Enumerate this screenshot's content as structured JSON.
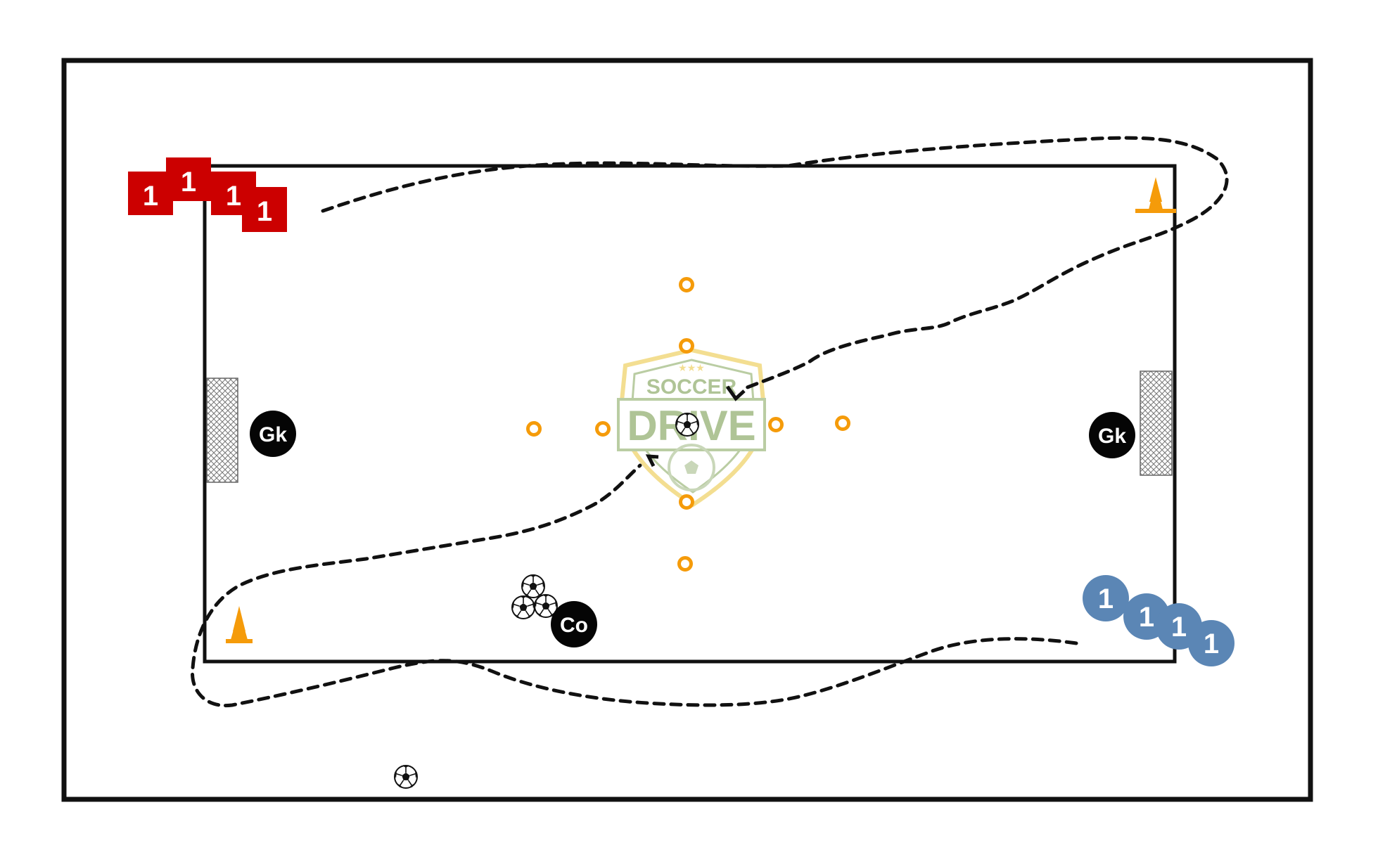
{
  "players": {
    "red_team": {
      "color": "#cc0000",
      "labels": [
        "1",
        "1",
        "1",
        "1"
      ]
    },
    "blue_team": {
      "color": "#5b86b5",
      "labels": [
        "1",
        "1",
        "1",
        "1"
      ]
    },
    "goalkeeper_left": {
      "label": "Gk"
    },
    "goalkeeper_right": {
      "label": "Gk"
    },
    "coach": {
      "label": "Co"
    }
  },
  "logo": {
    "line1": "SOCCER",
    "line2": "DRIVE",
    "stars": "★★★",
    "text_color": "#a9c08e",
    "border_color": "#f3dc88"
  },
  "colors": {
    "pitch_line": "#111111",
    "cone": "#f59b0a",
    "marker": "#f59b0a",
    "path": "#111111",
    "token_black": "#050505"
  },
  "icons": {
    "ball": "soccer-ball-icon",
    "cone": "training-cone-icon",
    "marker": "disc-marker-icon",
    "goal": "goal-net-icon"
  }
}
